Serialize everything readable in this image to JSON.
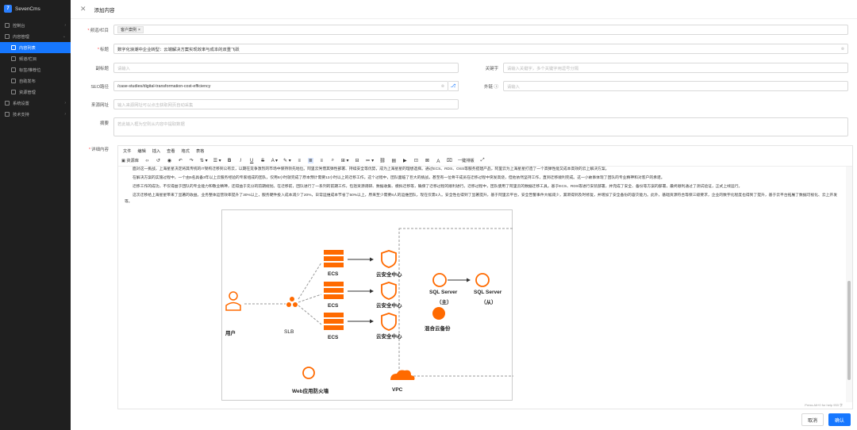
{
  "app": {
    "name": "SevenCms"
  },
  "sidebar": {
    "items": [
      {
        "label": "控制台",
        "chev": "›"
      },
      {
        "label": "内容管理",
        "chev": "⌄"
      },
      {
        "label": "内容列表",
        "active": true
      },
      {
        "label": "频道/栏目"
      },
      {
        "label": "标签/推荐位"
      },
      {
        "label": "自助发布"
      },
      {
        "label": "资源管理"
      },
      {
        "label": "系统设置",
        "chev": "›"
      },
      {
        "label": "技术支持",
        "chev": "›"
      }
    ]
  },
  "drawer": {
    "title": "添加内容",
    "close": "✕"
  },
  "form": {
    "channel_label": "频道/栏目",
    "channel_tag": "客户案例",
    "title_label": "标题",
    "title_value": "数字化浪潮中企业转型：云端解决方案实现效率与成本的双重飞跃",
    "subtitle_label": "副标题",
    "subtitle_placeholder": "请输入",
    "keywords_label": "关键字",
    "keywords_placeholder": "请输入关键字，多个关键字用逗号分隔",
    "seo_label": "SEO路径",
    "seo_value": "/case-studies/digital-transformation-cost-efficiency",
    "external_label": "外链",
    "external_placeholder": "请输入",
    "source_label": "来源网址",
    "source_placeholder": "输入来源网址可以点击获取网页自动采集",
    "summary_label": "摘要",
    "summary_placeholder": "若此输入框为空则从内容中提取数据",
    "detail_label": "详细内容"
  },
  "editor": {
    "menus": [
      "文件",
      "编辑",
      "插入",
      "查看",
      "格式",
      "表格"
    ],
    "tools": [
      "▣ 资源库",
      "‹›",
      "↺",
      "◉",
      "↶",
      "↷",
      "⇅ ▾",
      "☰ ▾",
      "B",
      "I",
      "U",
      "S",
      "A ▾",
      "✎ ▾",
      "≡",
      "≣",
      "≡",
      "⌕",
      "⊞ ▾",
      "⊟",
      "≔ ▾",
      "⛓",
      "▤",
      "▶",
      "⊡",
      "⊠",
      "Ａ",
      "⌧",
      "一键排版",
      "⤢"
    ],
    "paragraphs": [
      "面对这一挑战，上海星星决定将其传统的IT架构迁移到公有云，以期在竞争激烈的市场中保持领先地位。阿里云凭借其弹性部署、持续安全等优势，成为上海星星的理想选择。通过ECS、RDS、OSS等服务搭建产品，阿里云为上海星星打造了一个高弹性能又成本高效的云上解决方案。",
      "在解决方案的实施过程中，一个由5名具备3年以上云服务经验的专家组成的团队，仅用8小时就完成了原本预计需要12小时以上的迁移工作。这个过程中，团队面临了巨大的挑战，甚至有一位骨干成员在迁移过程中突发高烧，但他依然坚持工作，直到迁移顺利完成。这一小故事体现了团队的专业精神和对客户的承诺。",
      "迁移工作的成功，不仅得益于团队的专业能力和敬业精神，还得益于充分的前期规划。在迁移前，团队进行了一系列的前期工作，包括资源调研、数据收集、模拟迁移等，确保了迁移过程的顺利进行。迁移过程中，团队使用了阿里云的数据迁移工具，基于ECS、RDS等进行安装部署，并完成了安全、备份等方案的部署，最终顺利通过了测试验证，正式上线运行。",
      "这次迁移给上海星星带来了显著的收益。业务整体运营效率提升了30%以上，服务硬件投入成本减少了20%，日常运维成本节省了50%以上，原来至少需要8人的运维团队，现在仅需2人。安全性也得到了显著提升，基于阿里云平台，安全告警事件大幅减少，漏洞得到及时修复，并增加了安全备份的容灾能力。此外，基础资源符合等保三级要求，企业的数字化程度也得到了提升，基于云平台拓展了数据可视化、云上开发等。"
    ],
    "status": "Press Alt+0 for help  933 字"
  },
  "diagram": {
    "user": "用户",
    "slb": "SLB",
    "ecs": "ECS",
    "security": "云安全中心",
    "sql_master": "SQL Server",
    "sql_master_role": "（主）",
    "sql_slave": "SQL Server",
    "sql_slave_role": "（从）",
    "hybrid_backup": "混合云备份",
    "waf": "Web应用防火墙",
    "vpc": "VPC",
    "accent": "#ff6a00"
  },
  "footer": {
    "cancel": "取消",
    "ok": "确认"
  }
}
